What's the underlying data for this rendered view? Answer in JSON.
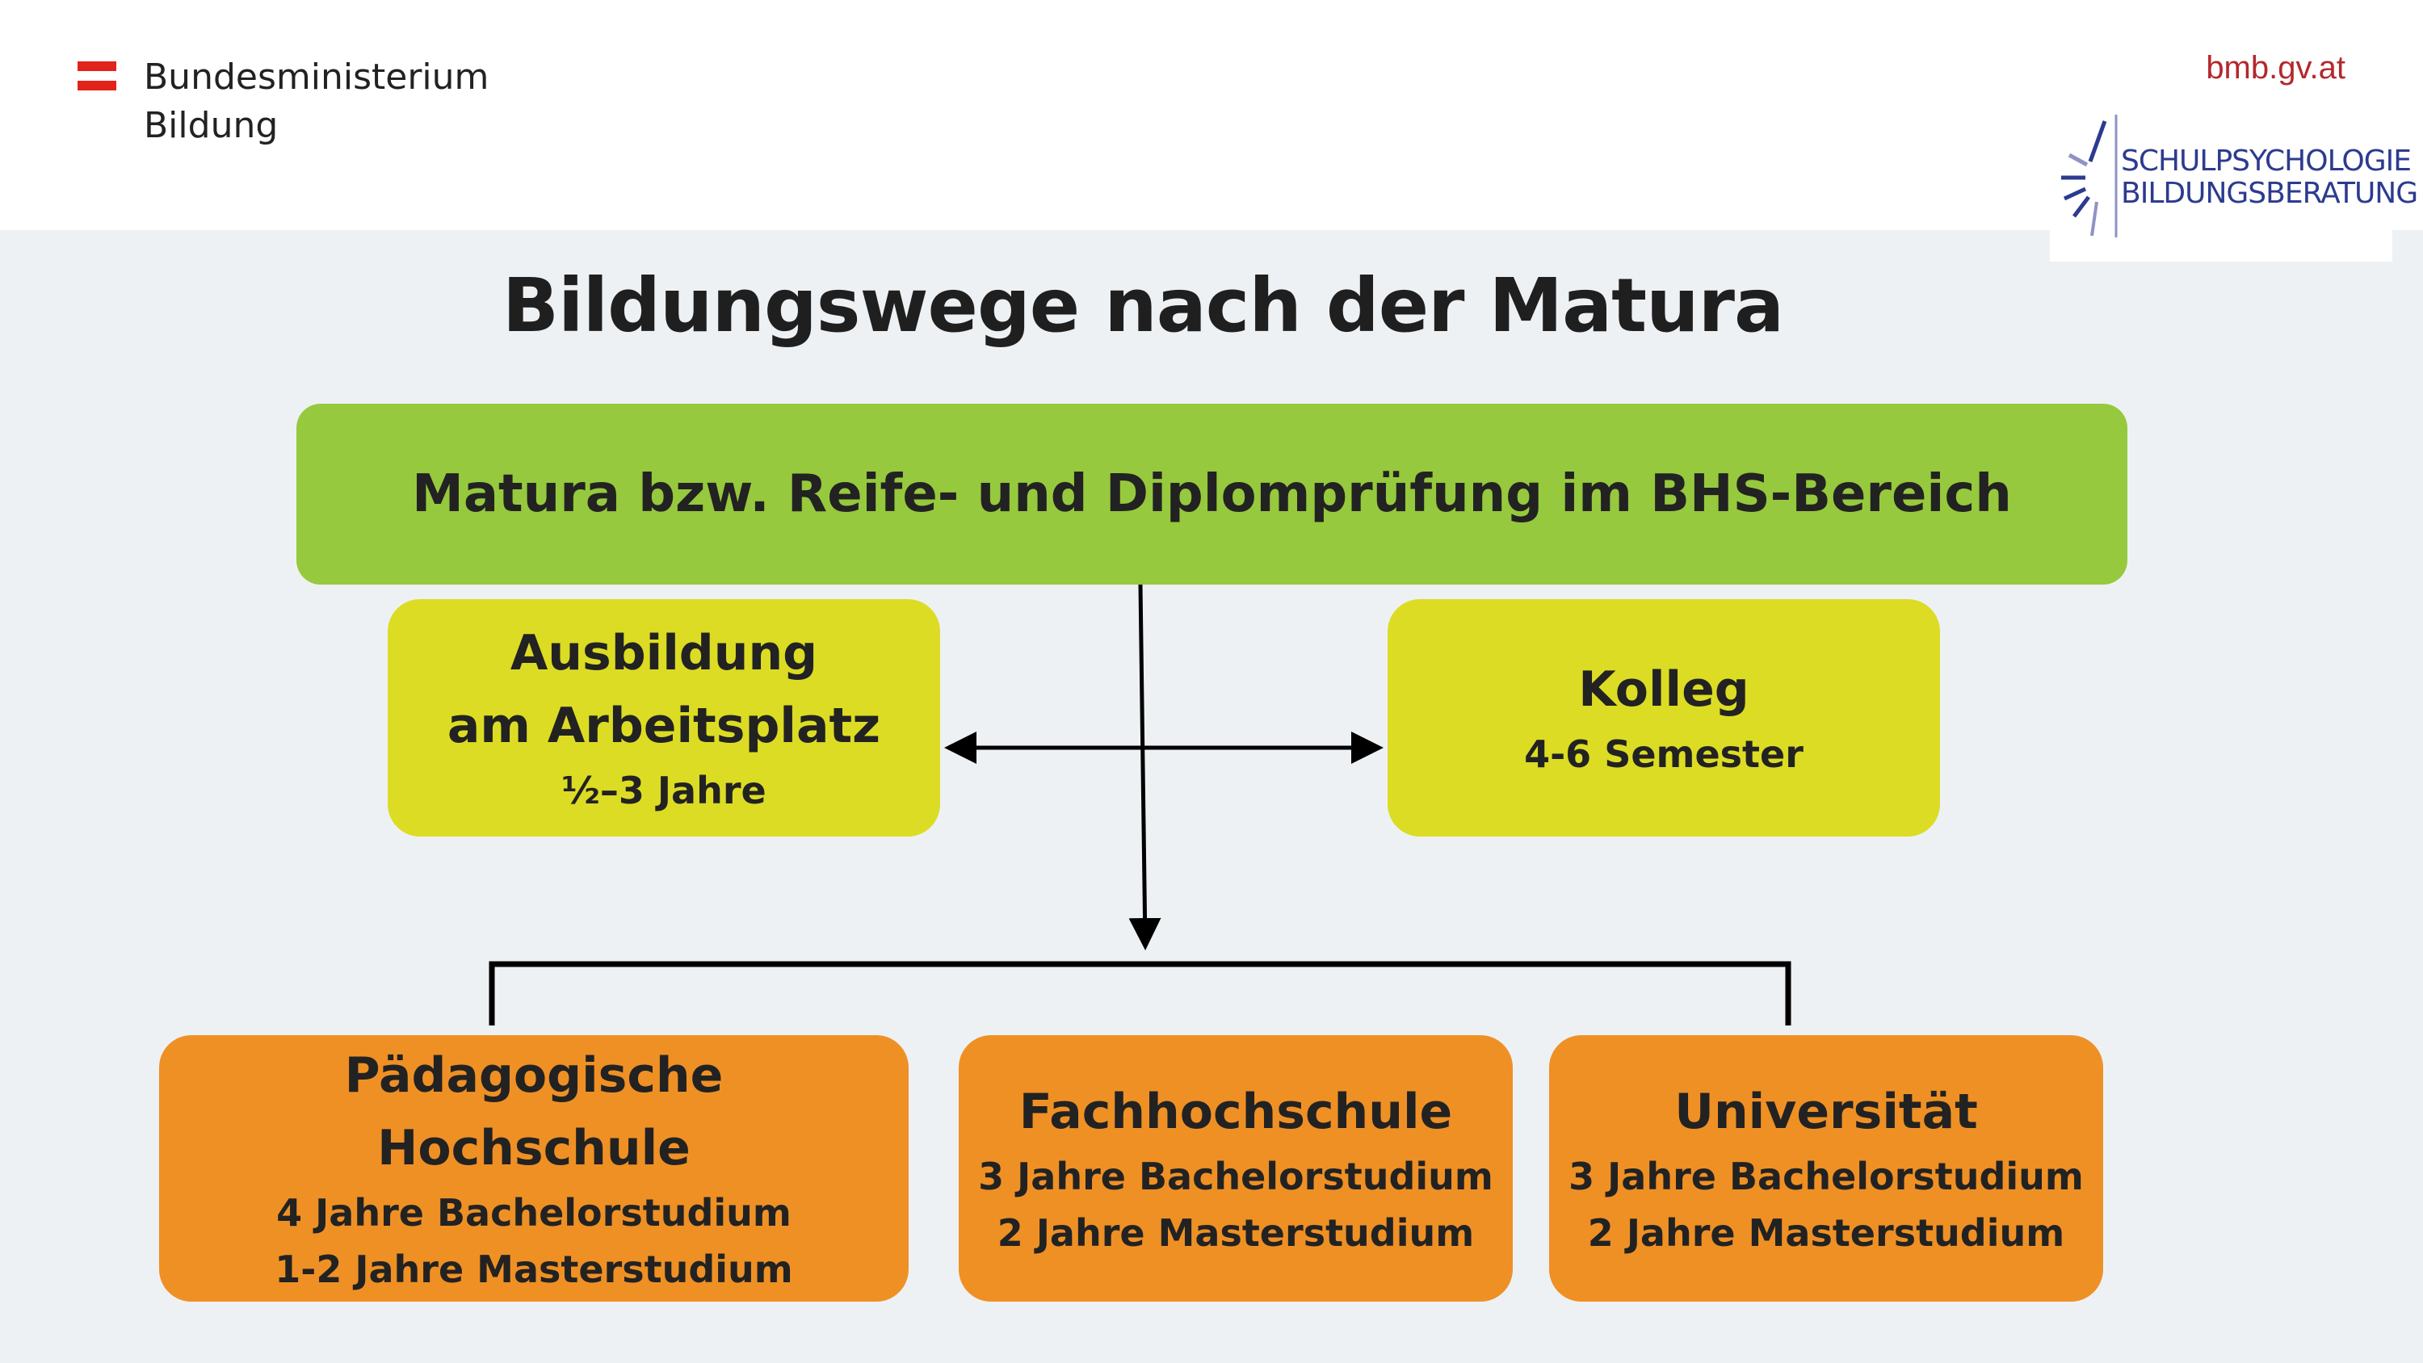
{
  "header": {
    "ministry_line1": "Bundesministerium",
    "ministry_line2": "Bildung",
    "url": "bmb.gv.at",
    "logo_line1": "SCHULPSYCHOLOGIE",
    "logo_line2": "BILDUNGSBERATUNG"
  },
  "title": "Bildungswege nach der Matura",
  "nodes": {
    "matura": {
      "title": "Matura bzw. Reife- und Diplomprüfung im BHS-Bereich"
    },
    "ausbildung": {
      "title_line1": "Ausbildung",
      "title_line2": "am Arbeitsplatz",
      "duration": "½–3 Jahre"
    },
    "kolleg": {
      "title": "Kolleg",
      "duration": "4-6 Semester"
    },
    "paedagogische": {
      "title_line1": "Pädagogische",
      "title_line2": "Hochschule",
      "detail1": "4 Jahre Bachelorstudium",
      "detail2": "1-2 Jahre Masterstudium"
    },
    "fachhochschule": {
      "title": "Fachhochschule",
      "detail1": "3 Jahre Bachelorstudium",
      "detail2": "2 Jahre Masterstudium"
    },
    "universitaet": {
      "title": "Universität",
      "detail1": "3 Jahre Bachelorstudium",
      "detail2": "2 Jahre Masterstudium"
    }
  },
  "colors": {
    "matura": "#96c93d",
    "lime": "#dcdc24",
    "orange": "#ef9025",
    "background": "#eef1f4",
    "url": "#b3282d",
    "logo": "#2c3b8f"
  }
}
